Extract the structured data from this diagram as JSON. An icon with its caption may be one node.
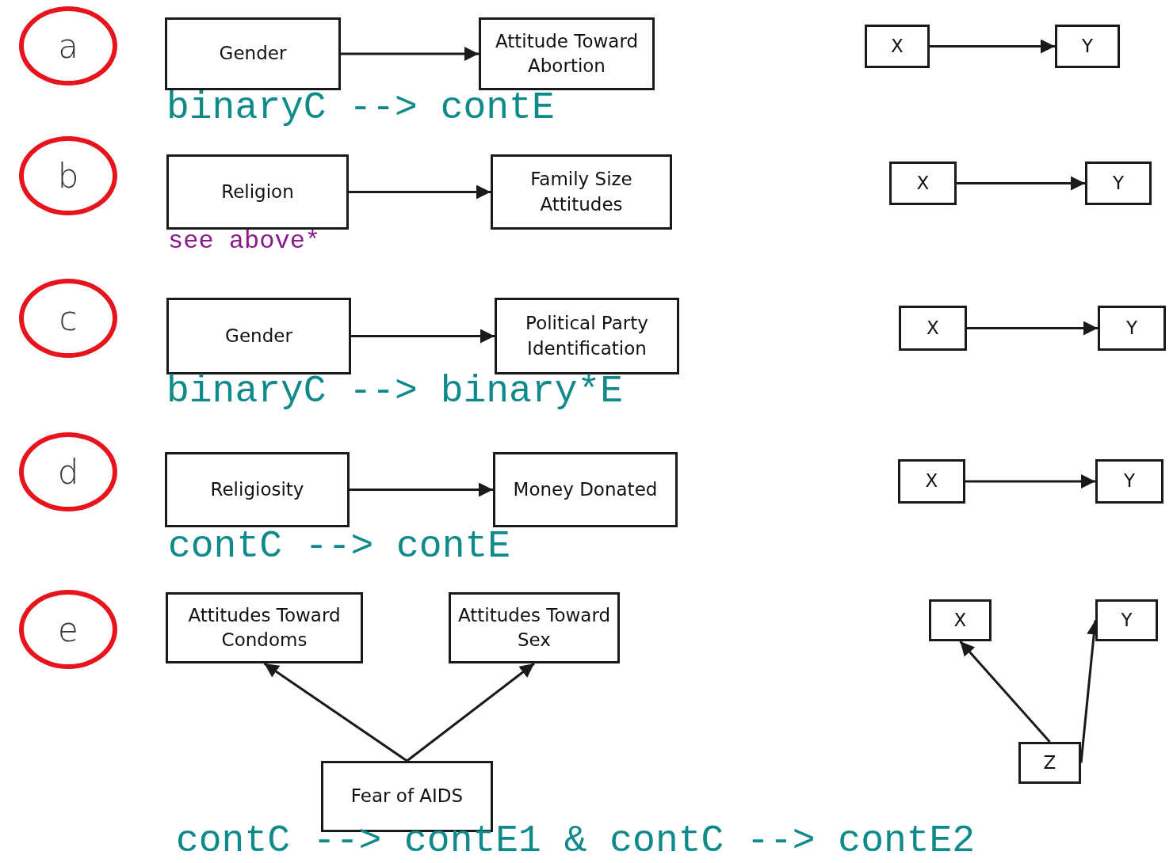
{
  "diagram": {
    "nodes": [
      {
        "text": [
          "a"
        ]
      },
      {
        "text": [
          "Gender"
        ]
      },
      {
        "text": [
          "Attitude Toward Abortion"
        ]
      },
      {
        "text": [
          "X"
        ]
      },
      {
        "text": [
          "Y"
        ]
      },
      {
        "text": [
          "b"
        ]
      },
      {
        "text": [
          "Religion"
        ]
      },
      {
        "text": [
          "Family Size Attitudes"
        ]
      },
      {
        "text": [
          "X"
        ]
      },
      {
        "text": [
          "Y"
        ]
      },
      {
        "text": [
          "c"
        ]
      },
      {
        "text": [
          "Gender"
        ]
      },
      {
        "text": [
          "Political Party Identification"
        ]
      },
      {
        "text": [
          "X"
        ]
      },
      {
        "text": [
          "Y"
        ]
      },
      {
        "text": [
          "d"
        ]
      },
      {
        "text": [
          "Religiosity"
        ]
      },
      {
        "text": [
          "Money Donated"
        ]
      },
      {
        "text": [
          "X"
        ]
      },
      {
        "text": [
          "Y"
        ]
      },
      {
        "text": [
          "e"
        ]
      },
      {
        "text": [
          "Attitudes Toward Condoms"
        ]
      },
      {
        "text": [
          "Attitudes Toward Sex"
        ]
      },
      {
        "text": [
          "X"
        ]
      },
      {
        "text": [
          "Y"
        ]
      },
      {
        "text": [
          "Fear of AIDS"
        ]
      },
      {
        "text": [
          "Z"
        ]
      }
    ],
    "edges": [
      {
        "from": 1,
        "to": 2,
        "arrow": "to"
      },
      {
        "from": 3,
        "to": 4,
        "arrow": "to"
      },
      {
        "from": 6,
        "to": 7,
        "arrow": "to"
      },
      {
        "from": 8,
        "to": 9,
        "arrow": "to"
      },
      {
        "from": 11,
        "to": 12,
        "arrow": "to"
      },
      {
        "from": 13,
        "to": 14,
        "arrow": "to"
      },
      {
        "from": 16,
        "to": 17,
        "arrow": "to"
      },
      {
        "from": 18,
        "to": 19,
        "arrow": "to"
      },
      {
        "from": 25,
        "to": 21,
        "arrow": "to"
      },
      {
        "from": 25,
        "to": 22,
        "arrow": "to"
      },
      {
        "from": 26,
        "to": 23,
        "arrow": "to"
      },
      {
        "from": 26,
        "to": 24,
        "arrow": "to"
      }
    ],
    "labels": [
      "binaryC --> contE",
      "see above*",
      "binaryC --> binary*E",
      "contC --> contE",
      "contC --> contE1 & contC --> contE2"
    ]
  }
}
